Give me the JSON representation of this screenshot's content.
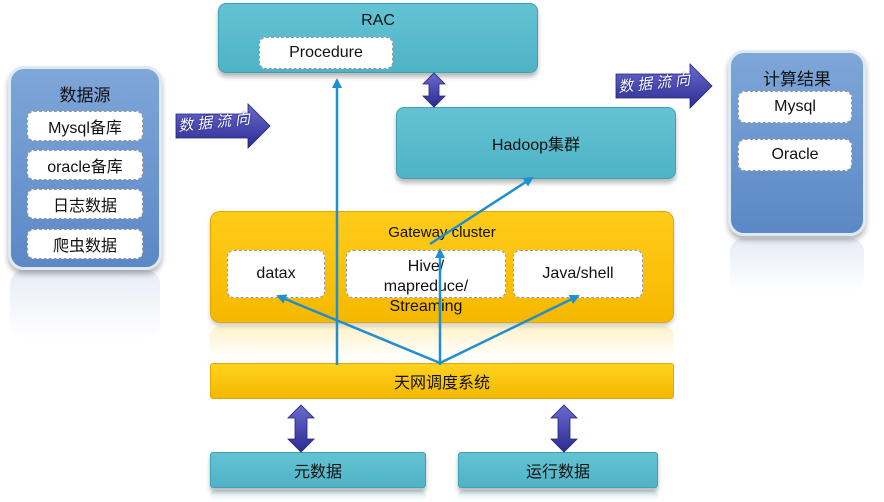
{
  "rac": {
    "title": "RAC",
    "procedure": "Procedure"
  },
  "hadoop": {
    "title": "Hadoop集群"
  },
  "data_source": {
    "title": "数据源",
    "items": [
      "Mysql备库",
      "oracle备库",
      "日志数据",
      "爬虫数据"
    ]
  },
  "results": {
    "title": "计算结果",
    "items": [
      "Mysql",
      "Oracle"
    ]
  },
  "gateway": {
    "title": "Gateway cluster",
    "modules": [
      "datax",
      "Hive/\nmapreduce/\nStreaming",
      "Java/shell"
    ]
  },
  "scheduler": {
    "title": "天网调度系统"
  },
  "bottom": {
    "meta": "元数据",
    "runtime": "运行数据"
  },
  "flow_labels": {
    "left": "数据流向",
    "right": "数据流向"
  },
  "colors": {
    "teal": "#55b8ca",
    "blue_panel": "#6a95cf",
    "gateway_yellow": "#fcc20a",
    "arrow_blue": "#1f8fcf",
    "fat_arrow": "#3a3aa0"
  }
}
